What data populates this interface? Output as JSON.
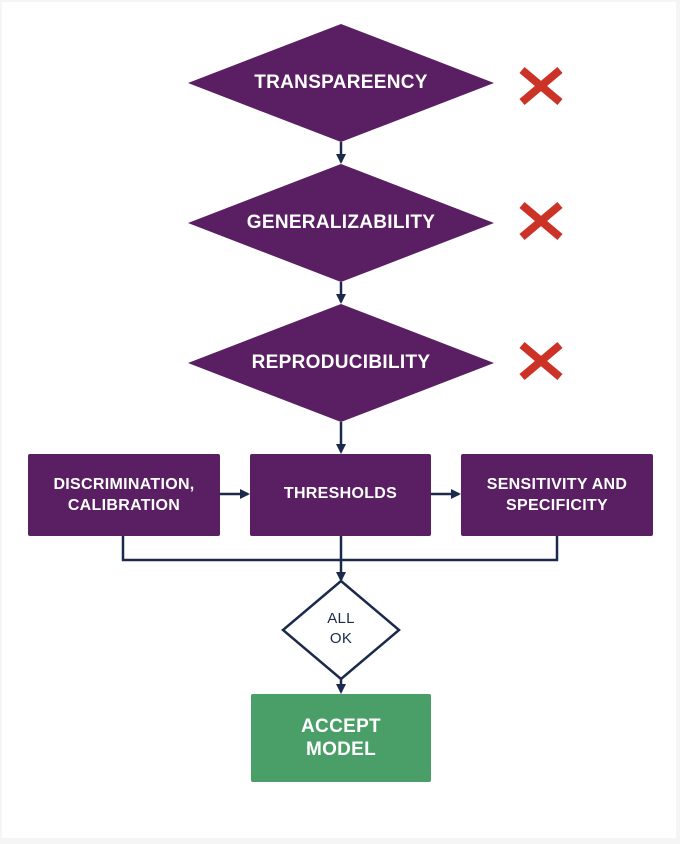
{
  "colors": {
    "node_fill": "#5a1f62",
    "connector": "#1b2a4a",
    "reject_mark": "#cc3327",
    "accept_fill": "#4a9e67",
    "text_light": "#ffffff"
  },
  "checks": [
    {
      "label": "TRANSPAREENCY",
      "status_icon": "x-mark-icon"
    },
    {
      "label": "GENERALIZABILITY",
      "status_icon": "x-mark-icon"
    },
    {
      "label": "REPRODUCIBILITY",
      "status_icon": "x-mark-icon"
    }
  ],
  "evaluation_steps": [
    {
      "label": "DISCRIMINATION,\nCALIBRATION"
    },
    {
      "label": "THRESHOLDS"
    },
    {
      "label": "SENSITIVITY AND\nSPECIFICITY"
    }
  ],
  "decision": {
    "label": "ALL\nOK"
  },
  "outcome": {
    "label": "ACCEPT\nMODEL"
  }
}
